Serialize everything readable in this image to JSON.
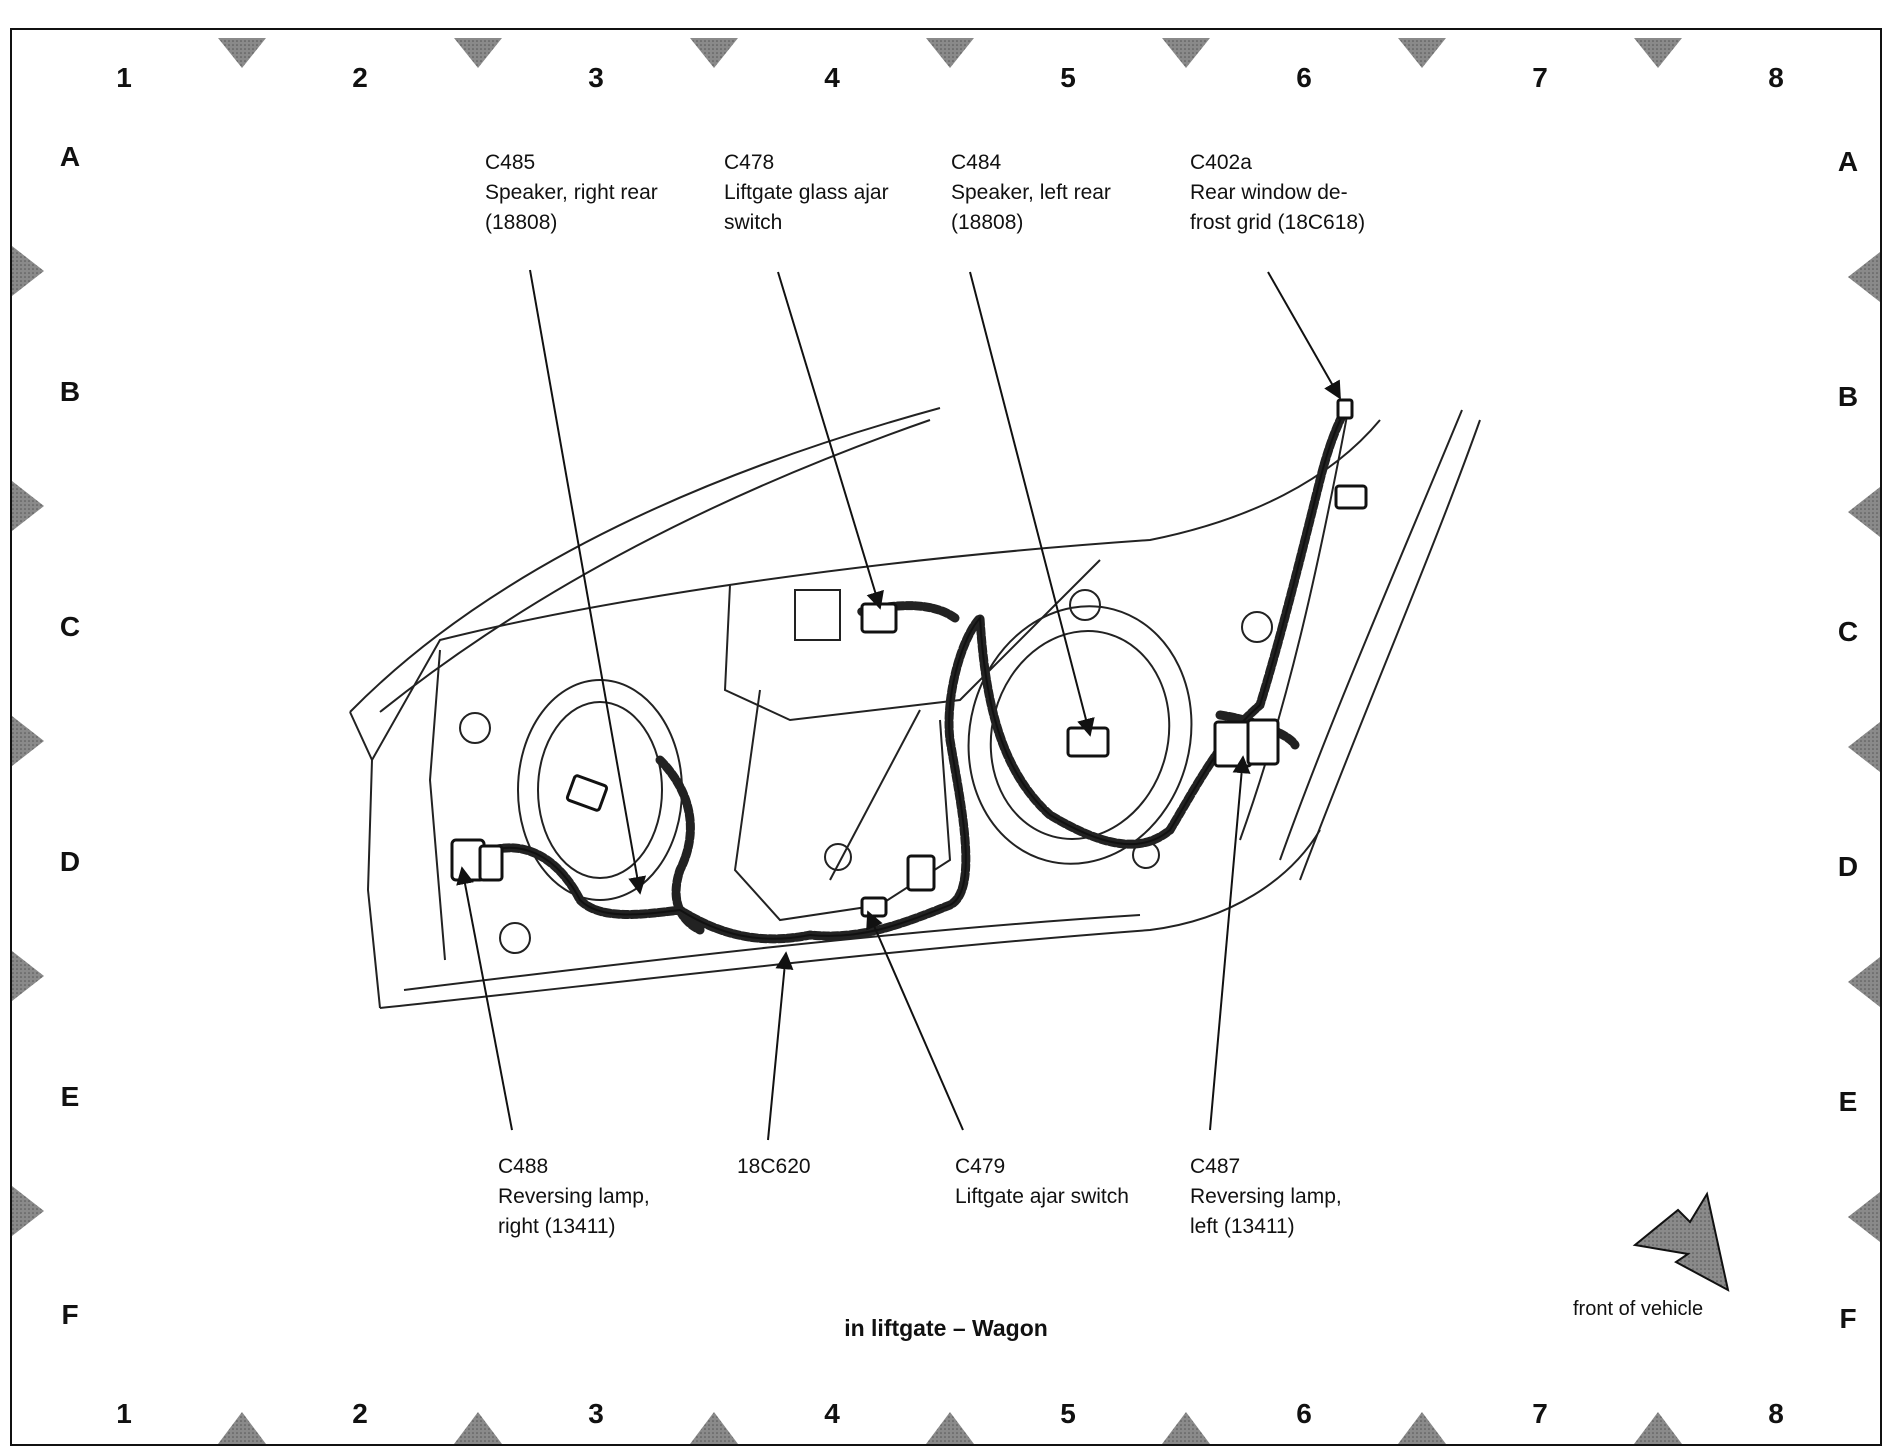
{
  "grid": {
    "columns": [
      "1",
      "2",
      "3",
      "4",
      "5",
      "6",
      "7",
      "8"
    ],
    "rows": [
      "A",
      "B",
      "C",
      "D",
      "E",
      "F"
    ]
  },
  "callouts_top": [
    {
      "code": "C485",
      "desc": "Speaker, right rear\n(18808)"
    },
    {
      "code": "C478",
      "desc": "Liftgate glass ajar\nswitch"
    },
    {
      "code": "C484",
      "desc": "Speaker, left rear\n(18808)"
    },
    {
      "code": "C402a",
      "desc": "Rear window de-\nfrost grid (18C618)"
    }
  ],
  "callouts_bottom": [
    {
      "code": "C488",
      "desc": "Reversing lamp,\nright (13411)"
    },
    {
      "code": "18C620",
      "desc": ""
    },
    {
      "code": "C479",
      "desc": "Liftgate ajar switch"
    },
    {
      "code": "C487",
      "desc": "Reversing lamp,\nleft (13411)"
    }
  ],
  "title": "in liftgate – Wagon",
  "front_indicator": {
    "label": "front of vehicle",
    "icon": "front-arrow-icon"
  },
  "colors": {
    "line": "#111111",
    "marker": "#7a7a7a",
    "harness": "#222222"
  }
}
